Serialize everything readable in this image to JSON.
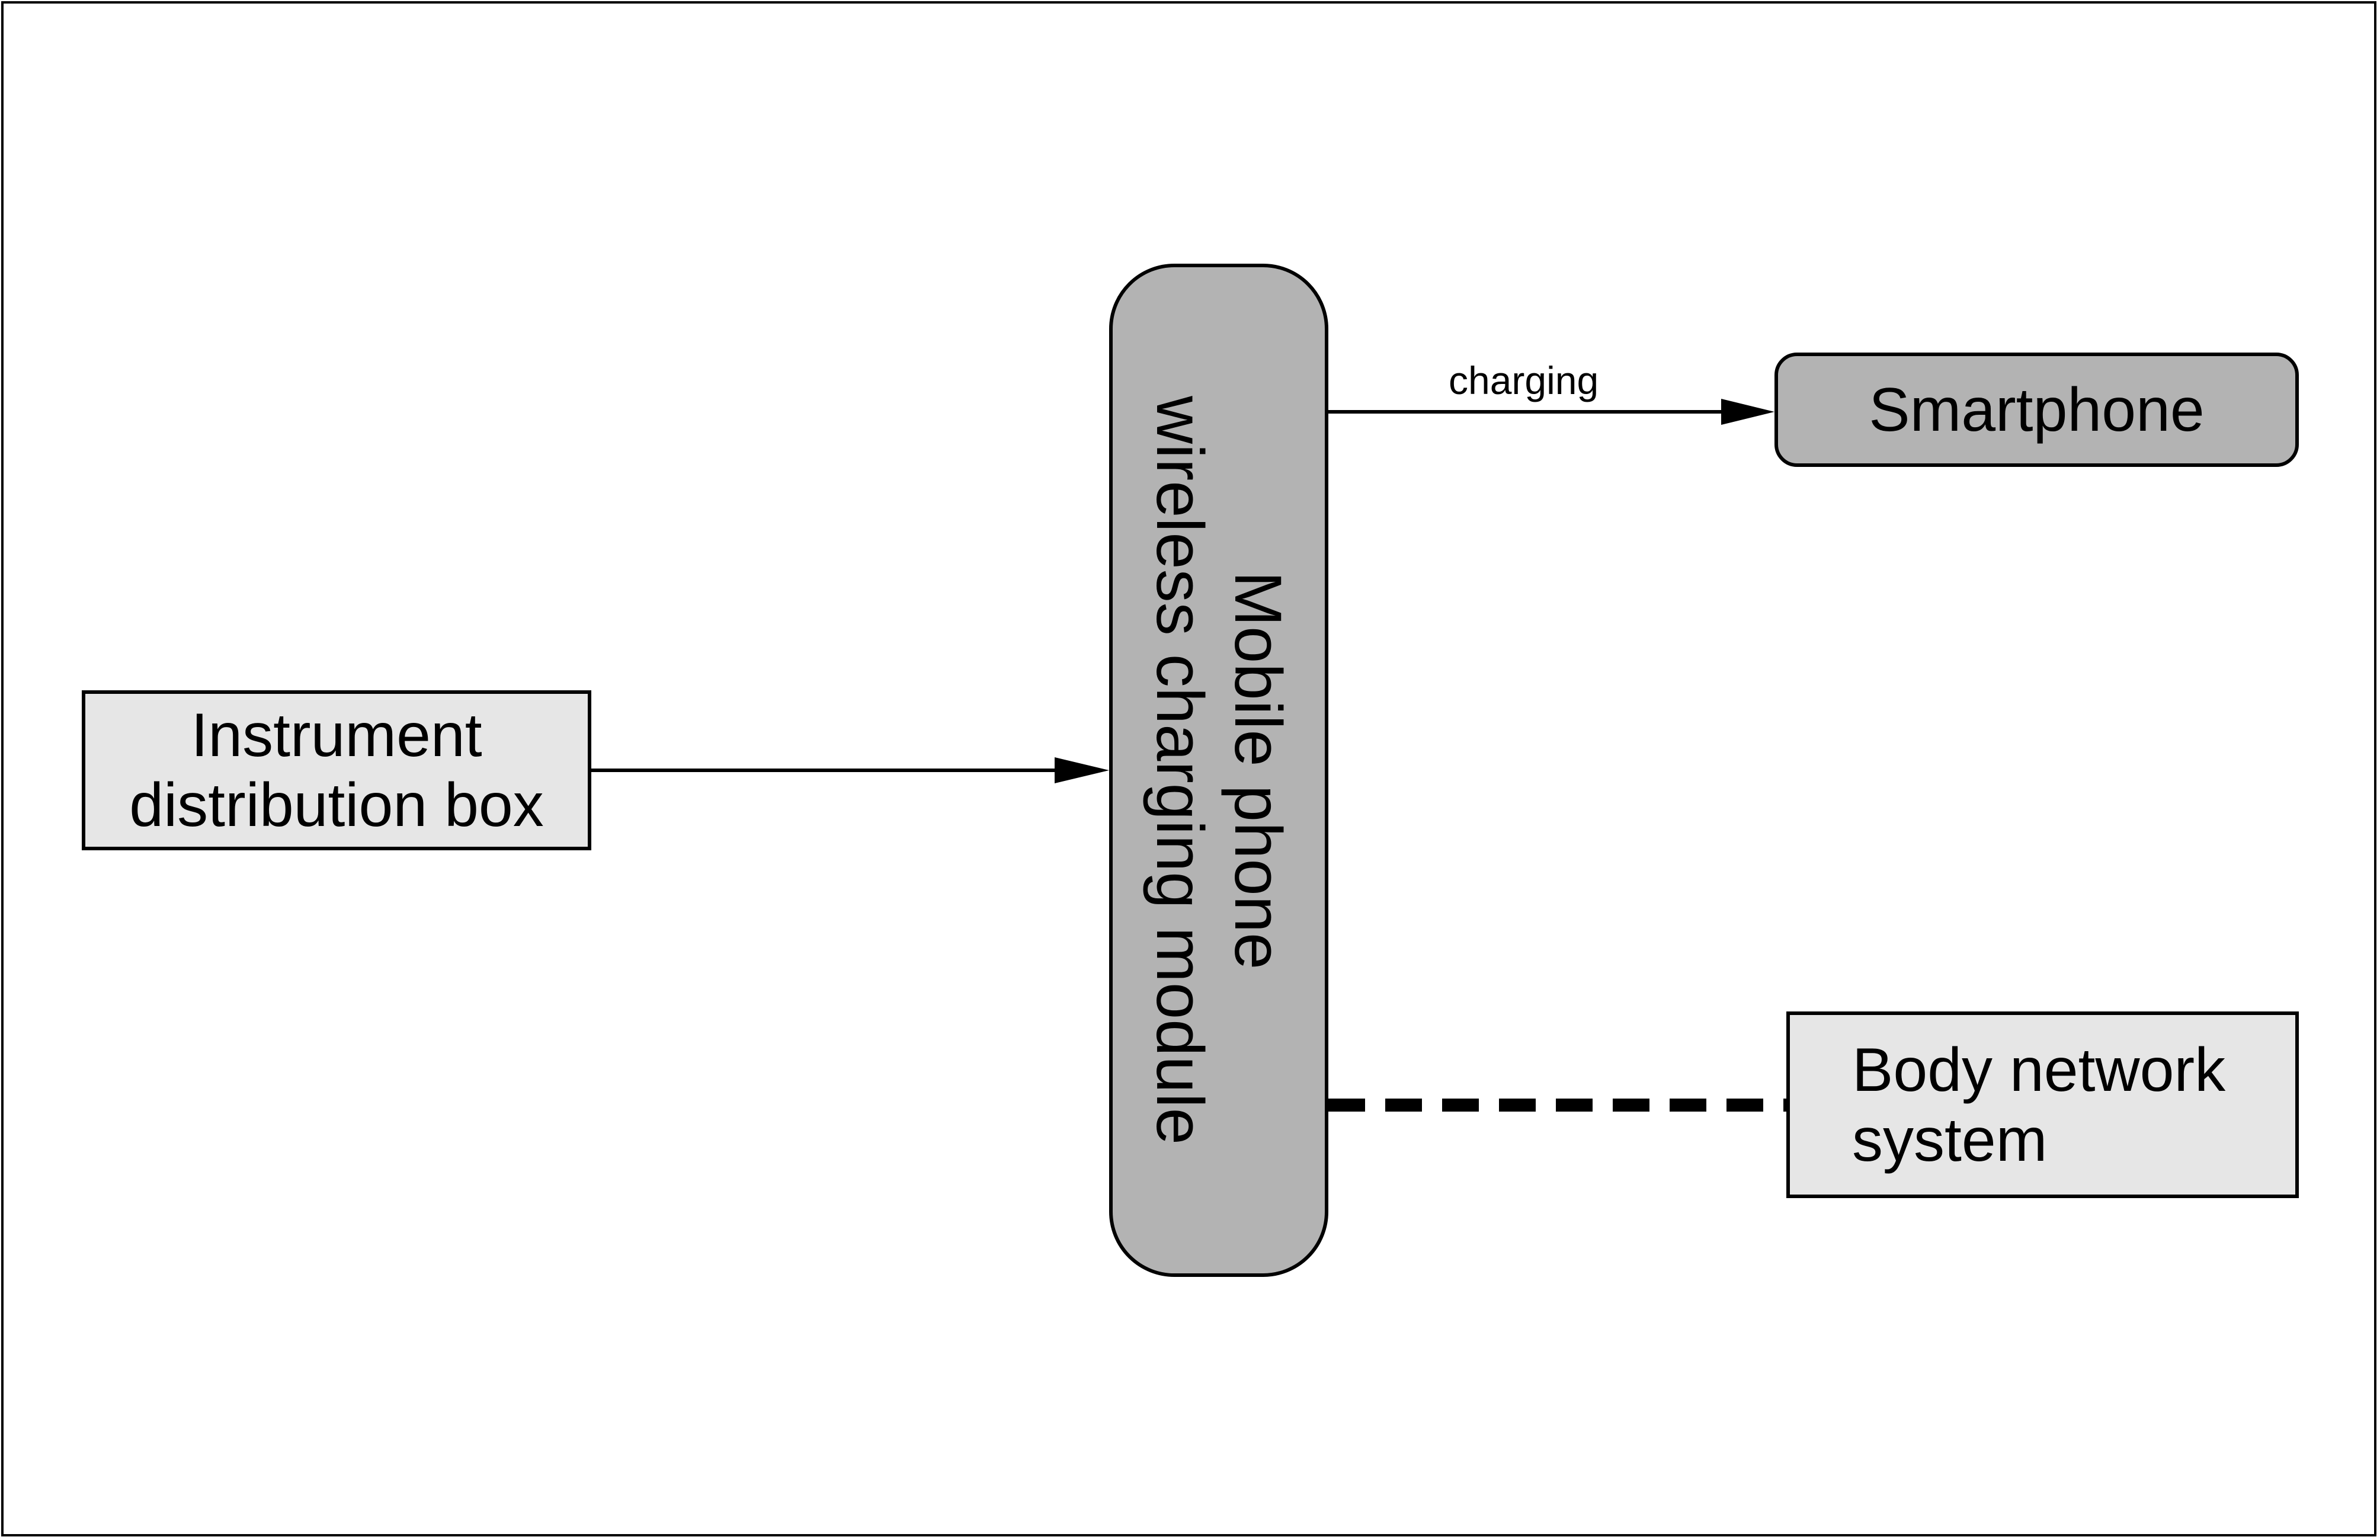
{
  "diagram": {
    "nodes": {
      "instrument_distribution_box": {
        "lines": [
          "Instrument",
          "distribution box"
        ],
        "fill": "#e6e6e6"
      },
      "wireless_charging_module": {
        "lines": [
          "Mobile phone",
          "wireless charging module"
        ],
        "fill": "#b3b3b3"
      },
      "smartphone": {
        "label": "Smartphone",
        "fill": "#b3b3b3"
      },
      "body_network_system": {
        "lines": [
          "Body network",
          "system"
        ],
        "fill": "#e6e6e6"
      }
    },
    "edges": [
      {
        "from": "instrument_distribution_box",
        "to": "wireless_charging_module",
        "style": "solid-arrow",
        "label": ""
      },
      {
        "from": "wireless_charging_module",
        "to": "smartphone",
        "style": "solid-arrow",
        "label": "charging"
      },
      {
        "from": "wireless_charging_module",
        "to": "body_network_system",
        "style": "thick-dashed",
        "label": ""
      }
    ]
  }
}
